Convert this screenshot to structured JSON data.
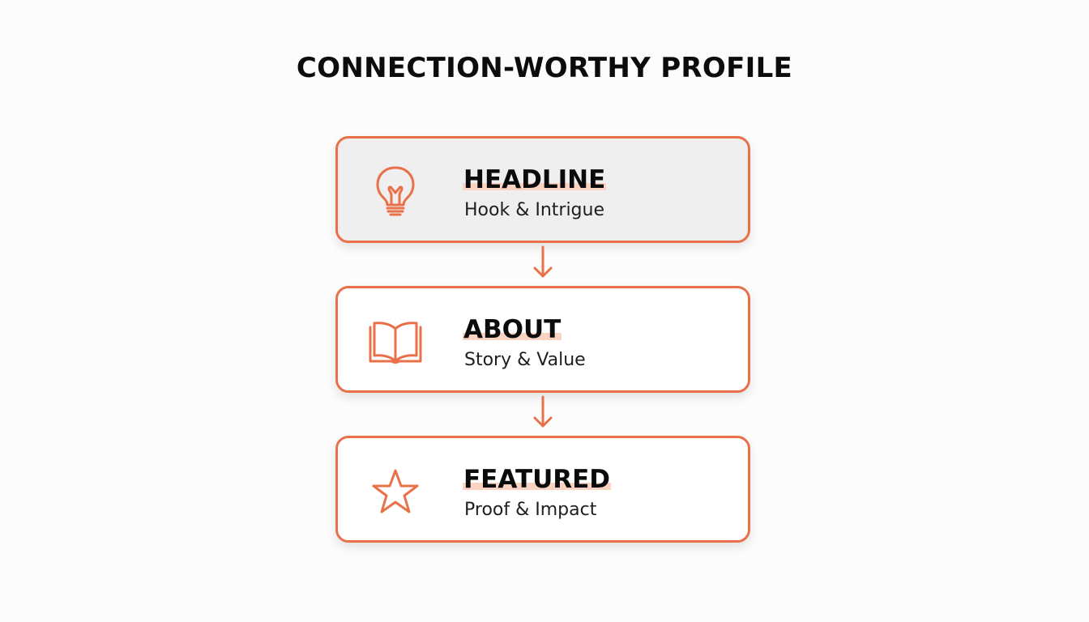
{
  "title": "CONNECTION-WORTHY PROFILE",
  "accent_color": "#e8714a",
  "highlight_color": "#fbd3c2",
  "steps": [
    {
      "heading": "HEADLINE",
      "subtitle": "Hook & Intrigue",
      "icon": "lightbulb-icon"
    },
    {
      "heading": "ABOUT",
      "subtitle": "Story & Value",
      "icon": "open-book-icon"
    },
    {
      "heading": "FEATURED",
      "subtitle": "Proof & Impact",
      "icon": "star-icon"
    }
  ]
}
